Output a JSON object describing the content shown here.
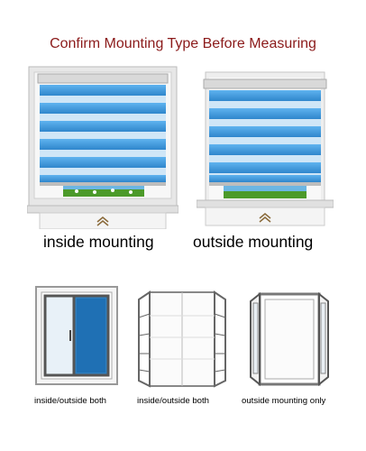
{
  "title": "Confirm Mounting Type Before Measuring",
  "panels": [
    {
      "caption": "inside mounting"
    },
    {
      "caption": "outside mounting"
    }
  ],
  "windows": [
    {
      "caption": "inside/outside both"
    },
    {
      "caption": "inside/outside both"
    },
    {
      "caption": "outside mounting only"
    }
  ],
  "colors": {
    "title": "#8b1a1a",
    "blind_blue": "#3f9de0",
    "grass": "#4c9a2a"
  }
}
